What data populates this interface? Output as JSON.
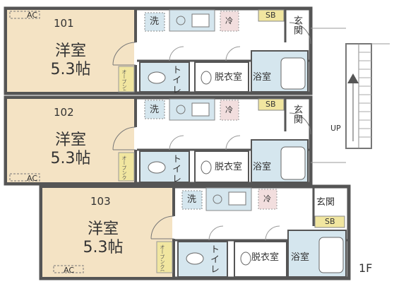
{
  "units": [
    {
      "number": "101",
      "room": "洋室",
      "size": "5.3帖",
      "ac": "AC",
      "wash": "洗",
      "fridge": "冷",
      "shoebox": "SB",
      "entrance": "玄関",
      "toilet": "トイレ",
      "dressing": "脱衣室",
      "bath": "浴室",
      "closet": "オープンクローゼット"
    },
    {
      "number": "102",
      "room": "洋室",
      "size": "5.3帖",
      "ac": "AC",
      "wash": "洗",
      "fridge": "冷",
      "shoebox": "SB",
      "entrance": "玄関",
      "toilet": "トイレ",
      "dressing": "脱衣室",
      "bath": "浴室",
      "closet": "オープンクローゼット"
    },
    {
      "number": "103",
      "room": "洋室",
      "size": "5.3帖",
      "ac": "AC",
      "wash": "洗",
      "fridge": "冷",
      "shoebox": "SB",
      "entrance": "玄関",
      "toilet": "トイレ",
      "dressing": "脱衣室",
      "bath": "浴室",
      "closet": "オープンクローゼット"
    }
  ],
  "stair_label": "UP",
  "floor_label": "1F",
  "colors": {
    "room_fill": "#f4e3c4",
    "wet_fill": "#d5e6ee",
    "fridge_fill": "#f2dede",
    "closet_fill": "#f1e6a0",
    "wall": "#555555"
  }
}
